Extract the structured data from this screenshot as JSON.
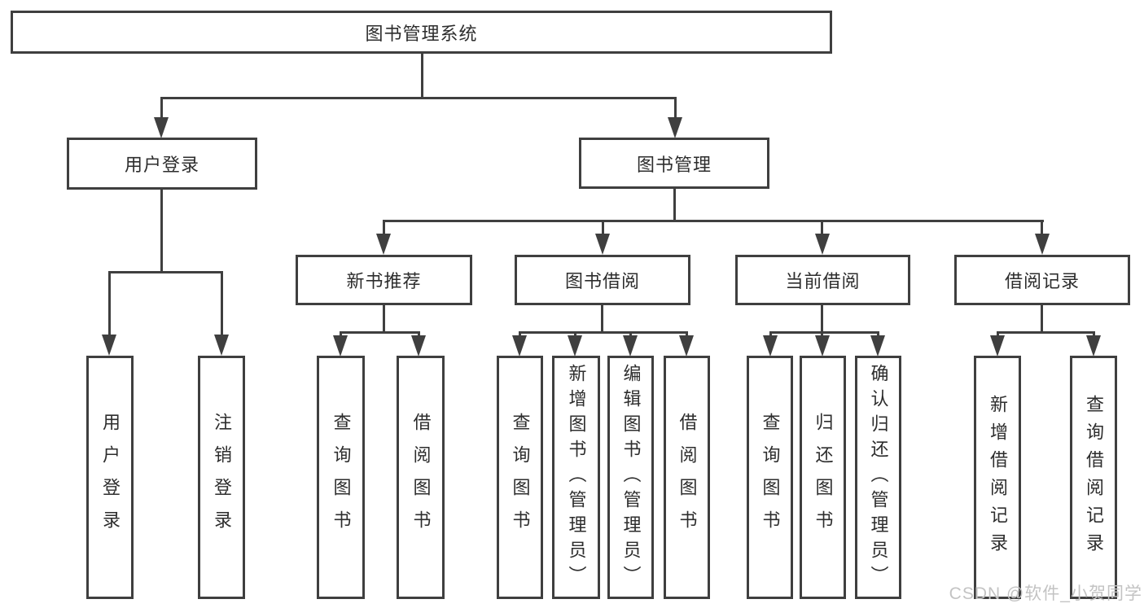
{
  "colors": {
    "line": "#3f3f3f",
    "text": "#2d2d2d",
    "background": "#ffffff",
    "watermark": "#c3c3c3"
  },
  "diagram": {
    "root": {
      "label": "图书管理系统"
    },
    "level2": [
      {
        "label": "用户登录"
      },
      {
        "label": "图书管理"
      }
    ],
    "level3": [
      {
        "label": "新书推荐"
      },
      {
        "label": "图书借阅"
      },
      {
        "label": "当前借阅"
      },
      {
        "label": "借阅记录"
      }
    ],
    "leaves": {
      "user_login": [
        {
          "label": "用户登录"
        },
        {
          "label": "注销登录"
        }
      ],
      "new_book": [
        {
          "label": "查询图书"
        },
        {
          "label": "借阅图书"
        }
      ],
      "borrow": [
        {
          "label": "查询图书"
        },
        {
          "label": "新增图书（管理员）"
        },
        {
          "label": "编辑图书（管理员）"
        },
        {
          "label": "借阅图书"
        }
      ],
      "current": [
        {
          "label": "查询图书"
        },
        {
          "label": "归还图书"
        },
        {
          "label": "确认归还（管理员）"
        }
      ],
      "records": [
        {
          "label": "新增借阅记录"
        },
        {
          "label": "查询借阅记录"
        }
      ]
    }
  },
  "watermark": {
    "text": "CSDN @软件_小贺同学"
  }
}
